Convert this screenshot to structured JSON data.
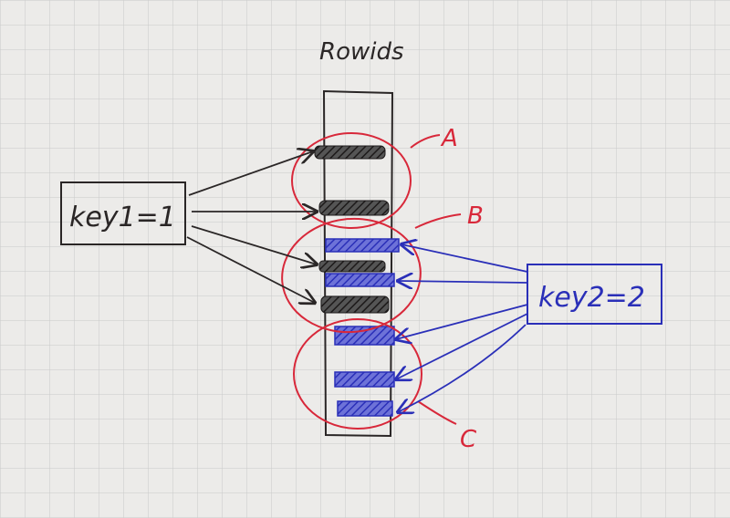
{
  "title": "Rowids",
  "key1": {
    "label": "key1=1"
  },
  "key2": {
    "label": "key2=2"
  },
  "groups": [
    {
      "label": "A"
    },
    {
      "label": "B"
    },
    {
      "label": "C"
    }
  ],
  "colors": {
    "paper": "#ecebe9",
    "grid": "#c9c9c9",
    "ink_black": "#2a2626",
    "ink_blue": "#2a2fb8",
    "ink_red": "#d8283a"
  }
}
